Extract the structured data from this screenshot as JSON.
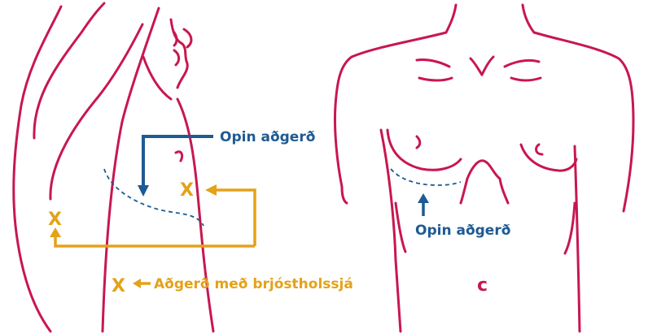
{
  "colors": {
    "body_outline": "#c8174f",
    "open_surgery": "#1e5a93",
    "thoracoscopy": "#e3a21a",
    "background": "#ffffff"
  },
  "labels": {
    "open_surgery_side": "Opin aðgerð",
    "open_surgery_front": "Opin aðgerð",
    "thoracoscopy": "Aðgerð með brjóstholssjá",
    "port_marker": "X",
    "panel_letter": "c"
  }
}
